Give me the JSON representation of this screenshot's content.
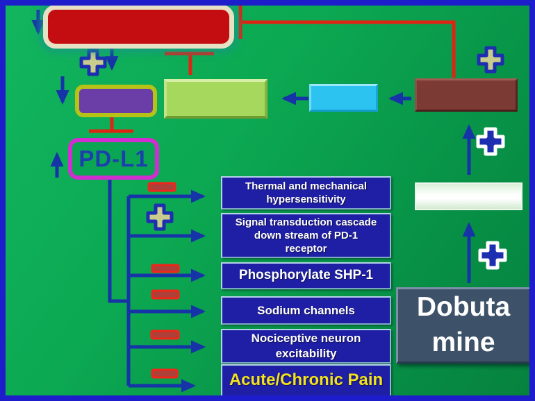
{
  "diagram": {
    "nodes": {
      "pdl1": {
        "label": "PD-L1"
      },
      "dobutamine": {
        "lines": [
          "Dobuta",
          "mine"
        ]
      }
    },
    "effects": [
      {
        "sign": "minus",
        "lines": [
          "Thermal and mechanical",
          "hypersensitivity"
        ]
      },
      {
        "sign": "plus",
        "lines": [
          "Signal transduction cascade",
          "down stream of PD-1",
          "receptor"
        ]
      },
      {
        "sign": "minus",
        "lines": [
          "Phosphorylate SHP-1"
        ]
      },
      {
        "sign": "minus",
        "lines": [
          "Sodium channels"
        ]
      },
      {
        "sign": "minus",
        "lines": [
          "Nociceptive neuron",
          "excitability"
        ]
      },
      {
        "sign": "minus",
        "lines": [
          "Acute/Chronic Pain"
        ]
      }
    ],
    "colors": {
      "background_green": "#0aa24f",
      "frame_border_blue": "#1d1dcb",
      "arrow_blue": "#1733a8",
      "inhibition_red": "#e02413",
      "list_box_blue": "#1f1fa6",
      "red_box": "#c40d11",
      "purple_box": "#6a3ea6",
      "purple_box_border": "#b7c217",
      "light_green_box": "#a5d85c",
      "cyan_box": "#2cc3f1",
      "maroon_box": "#7c3a34",
      "gradient_box": "#e8f5e6",
      "pdl1_border_magenta": "#d02ed0",
      "pdl1_text_blue": "#1b3fae",
      "dobutamine_box": "#3d5168",
      "pain_text_yellow": "#f2e21d",
      "plus_fill_olive": "#c9cc8d",
      "plus_fill_blue": "#1d2fb0"
    }
  }
}
